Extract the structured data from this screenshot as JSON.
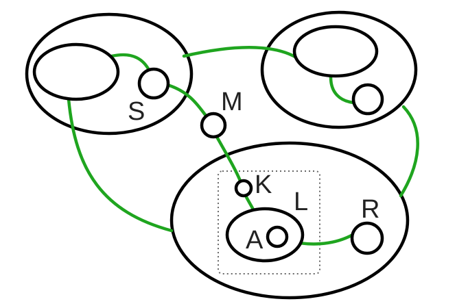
{
  "colors": {
    "edge": "#1fa51f",
    "outline": "#000000",
    "box": "#666666"
  },
  "labels": {
    "S": "S",
    "M": "M",
    "K": "K",
    "L": "L",
    "A": "A",
    "R": "R"
  }
}
